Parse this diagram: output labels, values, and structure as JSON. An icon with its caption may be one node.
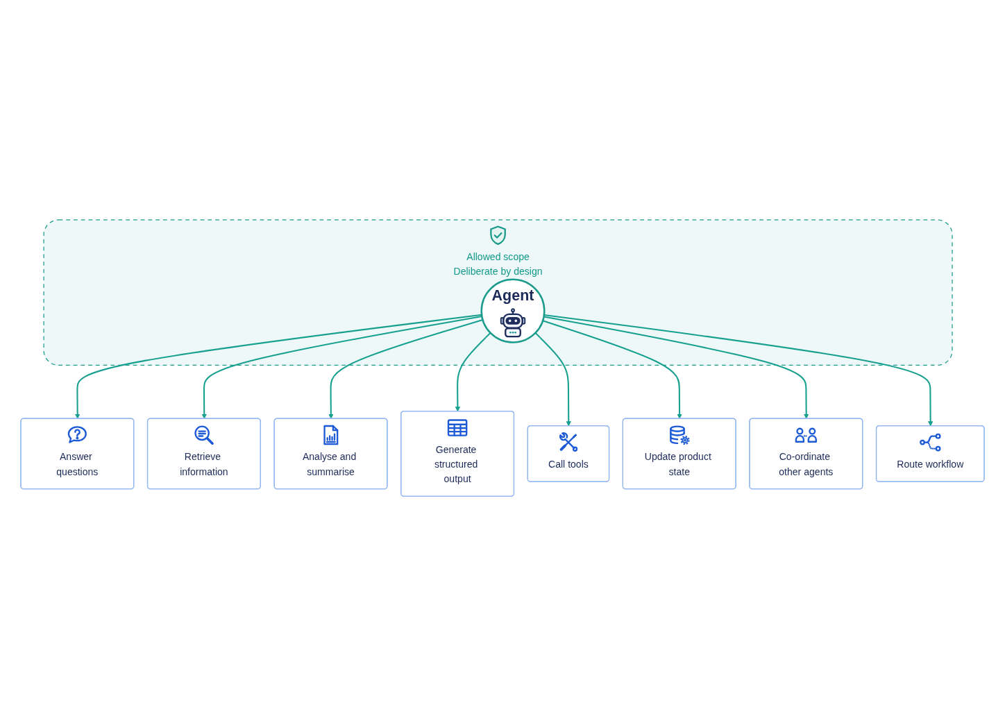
{
  "diagram": {
    "nodes": [
      {
        "text": [
          "Allowed scope",
          "Deliberate by design"
        ]
      },
      {
        "text": [
          "Agent"
        ],
        "in": 0
      },
      {
        "text": [
          "Answer questions"
        ]
      },
      {
        "text": [
          "Retrieve information"
        ]
      },
      {
        "text": [
          "Analyse and summarise"
        ]
      },
      {
        "text": [
          "Generate structured output"
        ]
      },
      {
        "text": [
          "Call tools"
        ]
      },
      {
        "text": [
          "Update product state"
        ]
      },
      {
        "text": [
          "Co-ordinate other agents"
        ]
      },
      {
        "text": [
          "Route workflow"
        ]
      }
    ],
    "edges": [
      {
        "from": 1,
        "to": 2,
        "arrow": "to"
      },
      {
        "from": 1,
        "to": 3,
        "arrow": "to"
      },
      {
        "from": 1,
        "to": 4,
        "arrow": "to"
      },
      {
        "from": 1,
        "to": 5,
        "arrow": "to"
      },
      {
        "from": 1,
        "to": 6,
        "arrow": "to"
      },
      {
        "from": 1,
        "to": 7,
        "arrow": "to"
      },
      {
        "from": 1,
        "to": 8,
        "arrow": "to"
      },
      {
        "from": 1,
        "to": 9,
        "arrow": "to"
      }
    ]
  }
}
